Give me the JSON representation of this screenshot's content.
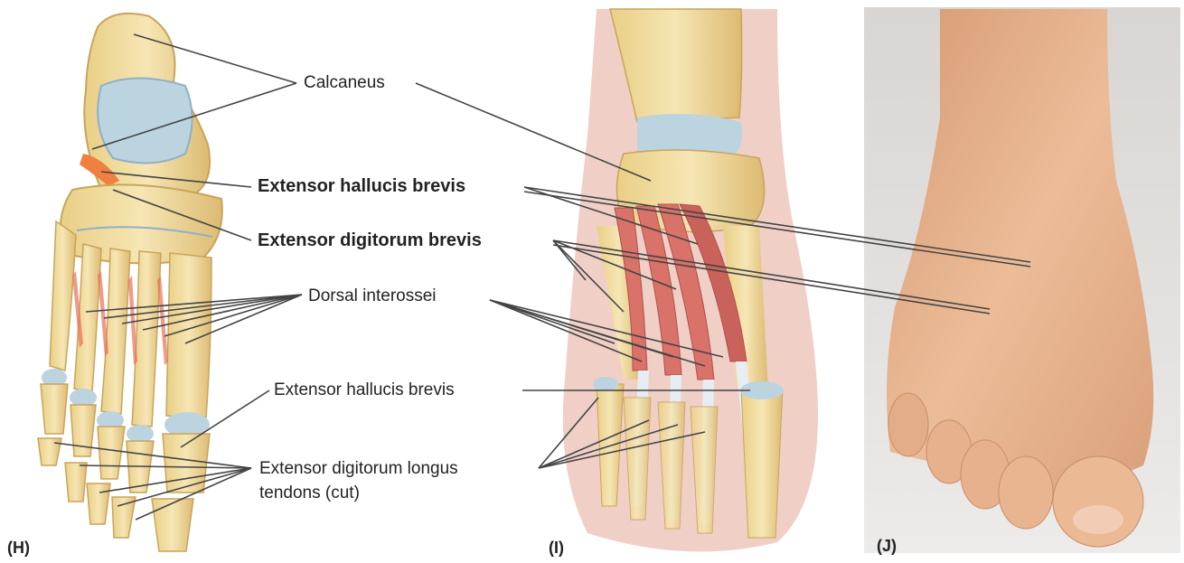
{
  "labels": {
    "calcaneus": "Calcaneus",
    "extensor_hallucis_brevis_top": "Extensor hallucis brevis",
    "extensor_digitorum_brevis": "Extensor digitorum brevis",
    "dorsal_interossei": "Dorsal interossei",
    "extensor_hallucis_brevis_mid": "Extensor hallucis brevis",
    "extensor_digitorum_longus_line1": "Extensor digitorum longus",
    "extensor_digitorum_longus_line2": "tendons (cut)"
  },
  "panels": {
    "h": "(H)",
    "i": "(I)",
    "j": "(J)"
  },
  "colors": {
    "bone": "#f2dfa0",
    "bone_shade": "#d9b870",
    "cartilage": "#b9d3e2",
    "muscle": "#d9786c",
    "muscle_dark": "#b9504a",
    "tendon": "#e6eef4",
    "skin_bg": "#f2d7d0",
    "photo_bg": "#dcdad7",
    "foot_skin": "#e8b58f",
    "leader": "#444444"
  }
}
